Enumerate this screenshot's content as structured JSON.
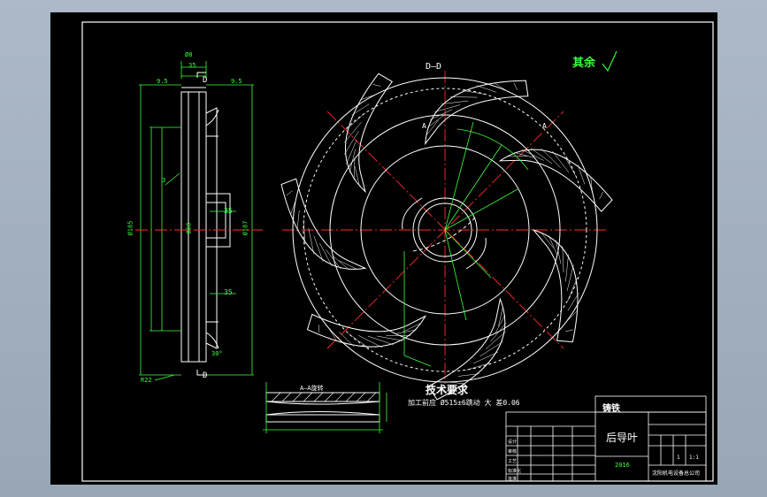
{
  "section_label": "D—D",
  "view_marker": "D",
  "cut_marker": "A",
  "roughness_note": "其余",
  "tech_title": "技术要求",
  "tech_note": "加工前应 Ø515±6跳动 大 差0.06",
  "section_view_label": "A—A旋转",
  "dims": {
    "top_width": "Ø8",
    "mid_width": "35",
    "right_offset": "9.5",
    "right_offset2": "9.5",
    "left_dia": "Ø185",
    "center_dia": "Ø60",
    "right_dia": "Ø187",
    "hub_length": "35",
    "radius_label": "R",
    "angle_label": "30°",
    "wall_label": "3",
    "bottom_label": "R22"
  },
  "title_block": {
    "material": "铸铁",
    "drawing_code": "",
    "part_name": "后导叶",
    "scale": "1:1",
    "sheet_count": "1",
    "company": "沈阳机电设备总公司",
    "designer_label": "设计",
    "checker_label": "审核",
    "approver_label": "批准",
    "process_label": "工艺",
    "standard_label": "标准化",
    "year": "2016"
  },
  "colors": {
    "paper": "#000000",
    "outline": "#ffffff",
    "dimension": "#3cff3c",
    "centerline": "#ff2b2b",
    "frame_bg": "#a9b5c3"
  }
}
